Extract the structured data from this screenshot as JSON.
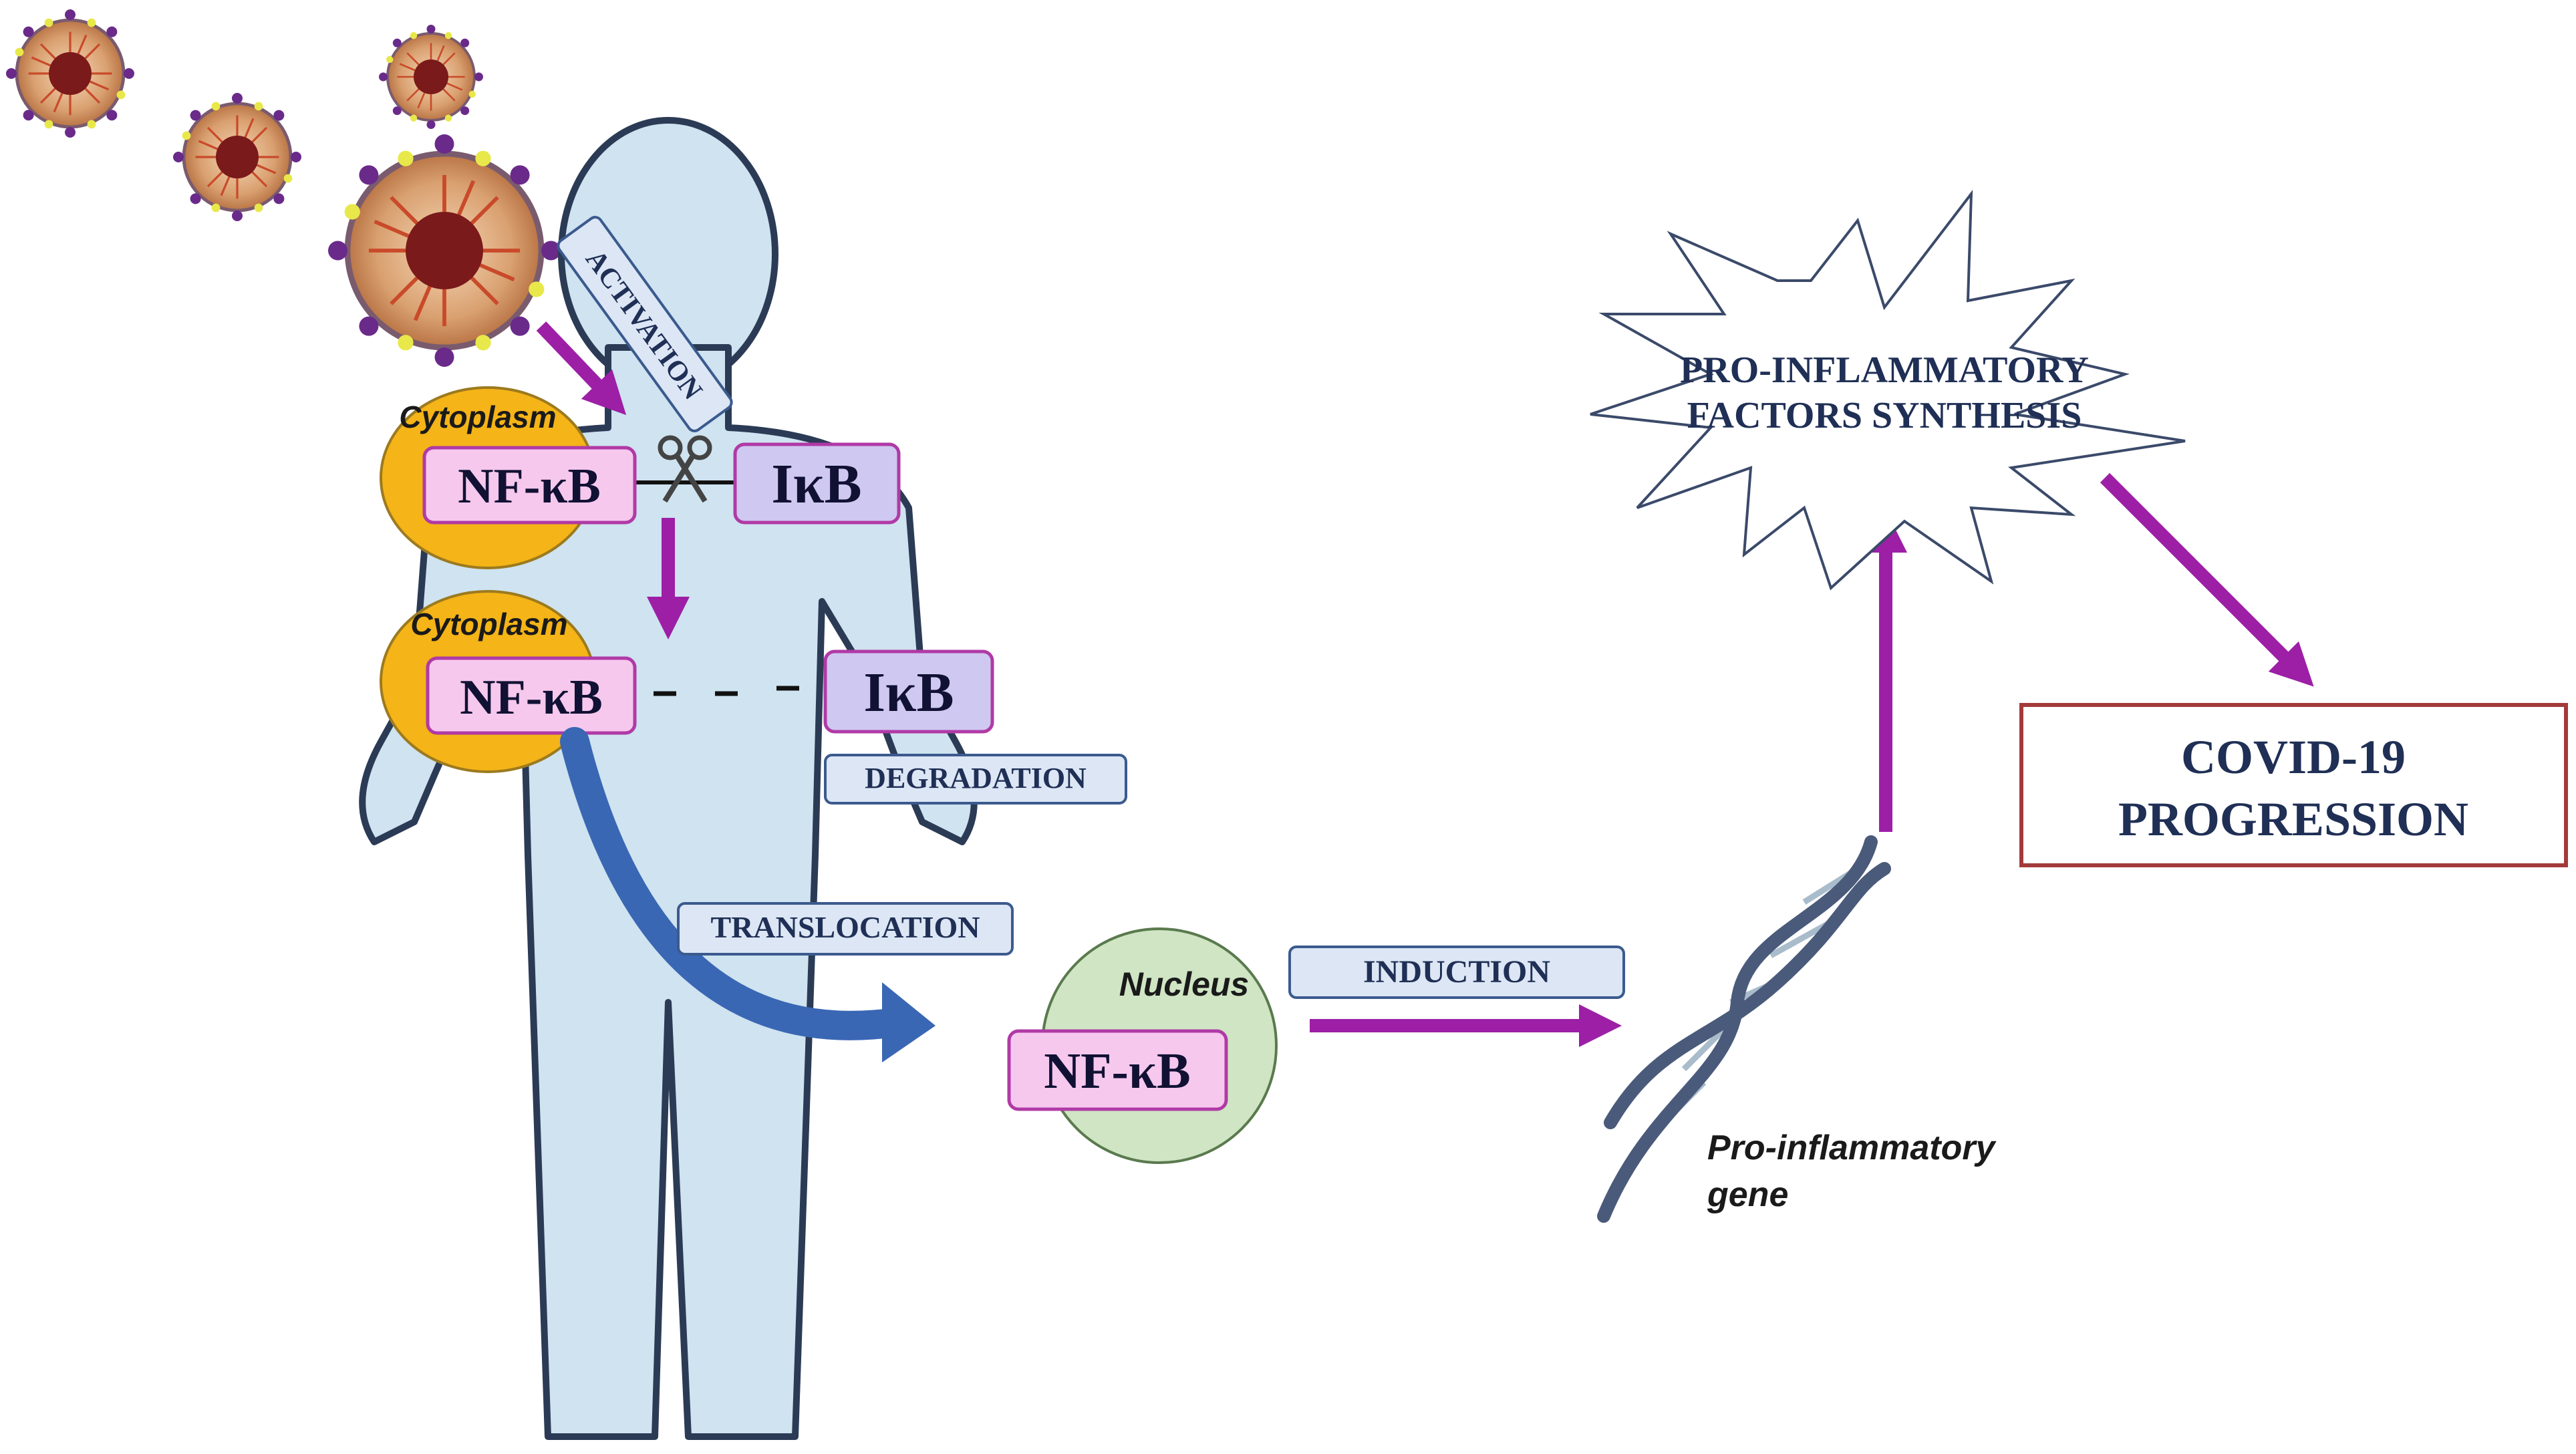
{
  "labels": {
    "activation": "ACTIVATION",
    "cytoplasm_top": "Cytoplasm",
    "cytoplasm_mid": "Cytoplasm",
    "nfkb_top": "NF-κB",
    "ikb_top": "IκB",
    "nfkb_mid": "NF-κB",
    "ikb_mid": "IκB",
    "degradation": "DEGRADATION",
    "translocation": "TRANSLOCATION",
    "nucleus": "Nucleus",
    "nfkb_nucleus": "NF-κB",
    "induction": "INDUCTION",
    "gene_line1": "Pro-inflammatory",
    "gene_line2": "gene",
    "burst_line1": "PRO-INFLAMMATORY",
    "burst_line2": "FACTORS SYNTHESIS",
    "outcome_line1": "COVID-19",
    "outcome_line2": "PROGRESSION"
  },
  "icons": {
    "virus": "coronavirus-particle",
    "body": "human-silhouette",
    "scissors": "scissors-icon",
    "dna": "dna-helix-icon",
    "burst": "starburst"
  },
  "colors": {
    "arrow": "#9c1fa6",
    "body_fill": "#cfe3f0",
    "body_stroke": "#2b3b55",
    "cytoplasm": "#f5b417",
    "nucleus": "#cfe5c4",
    "translocation_arrow": "#3a67b4",
    "outcome_border": "#a33a3a"
  }
}
